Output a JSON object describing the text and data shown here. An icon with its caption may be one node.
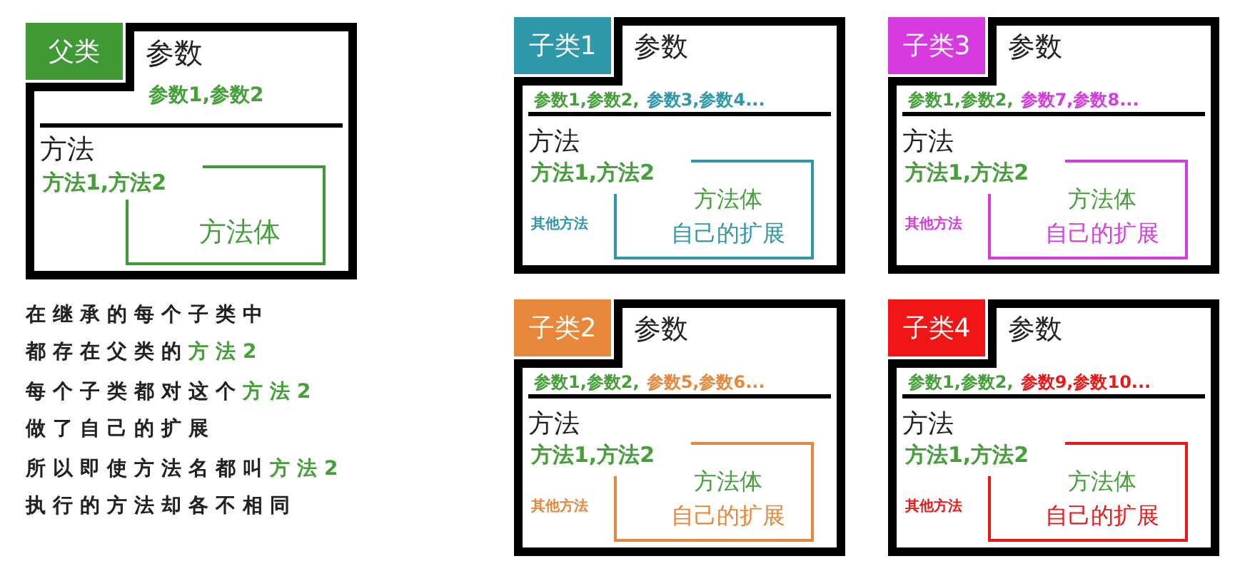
{
  "diagram": {
    "nodes": [
      {
        "text": [
          "参数",
          "参数1,参数2",
          "方法",
          "方法1,方法2"
        ]
      },
      {
        "text": [
          "父类"
        ],
        "in": 0
      },
      {
        "text": [
          "方法体"
        ],
        "in": 0
      },
      {
        "text": [
          "参数",
          "参数1,参数2,",
          "参数3,参数4...",
          "方法",
          "方法1,方法2",
          "其他方法"
        ]
      },
      {
        "text": [
          "子类1"
        ],
        "in": 3
      },
      {
        "text": [
          "方法体",
          "自己的扩展"
        ],
        "in": 3
      },
      {
        "text": [
          "参数",
          "参数1,参数2,",
          "参数7,参数8...",
          "方法",
          "方法1,方法2",
          "其他方法"
        ]
      },
      {
        "text": [
          "子类3"
        ],
        "in": 6
      },
      {
        "text": [
          "方法体",
          "自己的扩展"
        ],
        "in": 6
      },
      {
        "text": [
          "参数",
          "参数1,参数2,",
          "参数5,参数6...",
          "方法",
          "方法1,方法2",
          "其他方法"
        ]
      },
      {
        "text": [
          "子类2"
        ],
        "in": 9
      },
      {
        "text": [
          "方法体",
          "自己的扩展"
        ],
        "in": 9
      },
      {
        "text": [
          "参数",
          "参数1,参数2,",
          "参数9,参数10...",
          "方法",
          "方法1,方法2",
          "其他方法"
        ]
      },
      {
        "text": [
          "子类4"
        ],
        "in": 12
      },
      {
        "text": [
          "方法体",
          "自己的扩展"
        ],
        "in": 12
      }
    ],
    "edges": [],
    "labels": [
      "在继承的每个子类中",
      "都存在父类的",
      "方法2",
      "每个子类都对这个",
      "方法2",
      "做了自己的扩展",
      "所以即使方法名都叫",
      "方法2",
      "执行的方法却各不相同"
    ]
  }
}
